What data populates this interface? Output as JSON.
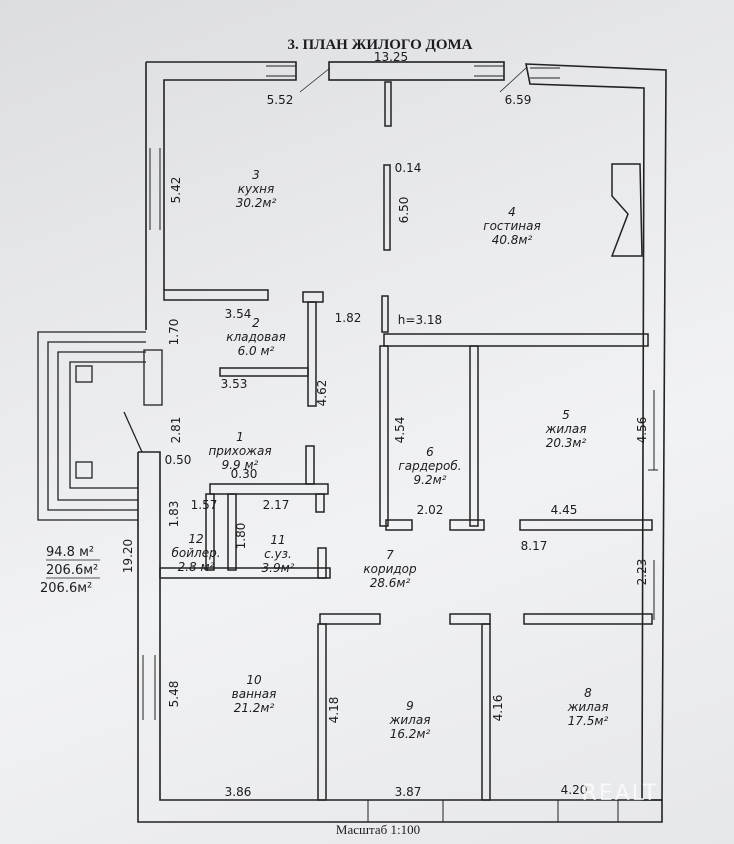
{
  "title": "3. ПЛАН ЖИЛОГО ДОМА",
  "scale": "Масштаб  1:100",
  "watermark": "REALT",
  "areas": {
    "living": "94.8 м²",
    "useful": "206.6м²",
    "total": "206.6м²"
  },
  "rooms": [
    {
      "num": "1",
      "name": "прихожая",
      "area": "9.9 м²"
    },
    {
      "num": "2",
      "name": "кладовая",
      "area": "6.0 м²"
    },
    {
      "num": "3",
      "name": "кухня",
      "area": "30.2м²"
    },
    {
      "num": "4",
      "name": "гостиная",
      "area": "40.8м²"
    },
    {
      "num": "5",
      "name": "жилая",
      "area": "20.3м²"
    },
    {
      "num": "6",
      "name": "гардероб.",
      "area": "9.2м²"
    },
    {
      "num": "7",
      "name": "коридор",
      "area": "28.6м²"
    },
    {
      "num": "8",
      "name": "жилая",
      "area": "17.5м²"
    },
    {
      "num": "9",
      "name": "жилая",
      "area": "16.2м²"
    },
    {
      "num": "10",
      "name": "ванная",
      "area": "21.2м²"
    },
    {
      "num": "11",
      "name": "с.уз.",
      "area": "3.9м²"
    },
    {
      "num": "12",
      "name": "бойлер.",
      "area": "2.8 м²"
    }
  ],
  "dimensions": {
    "top_total": "13.25",
    "kitchen_top": "5.52",
    "living_top": "6.59",
    "kitchen_side": "5.42",
    "kitchen_partition": "6.50",
    "partition_gap": "0.14",
    "wall_354": "3.54",
    "dim_182": "1.82",
    "ceiling": "h=3.18",
    "dim_170": "1.70",
    "dim_353": "3.53",
    "dim_462": "4.62",
    "dim_281": "2.81",
    "dim_050": "0.50",
    "dim_030": "0.30",
    "dim_157": "1.57",
    "dim_217": "2.17",
    "dim_183": "1.83",
    "dim_180": "1.80",
    "dim_454": "4.54",
    "dim_202": "2.02",
    "dim_445": "4.45",
    "dim_456": "4.56",
    "dim_817": "8.17",
    "dim_223": "2.23",
    "dim_1920": "19.20",
    "dim_548": "5.48",
    "dim_418": "4.18",
    "dim_416": "4.16",
    "dim_386": "3.86",
    "dim_387": "3.87",
    "dim_420": "4.20"
  }
}
